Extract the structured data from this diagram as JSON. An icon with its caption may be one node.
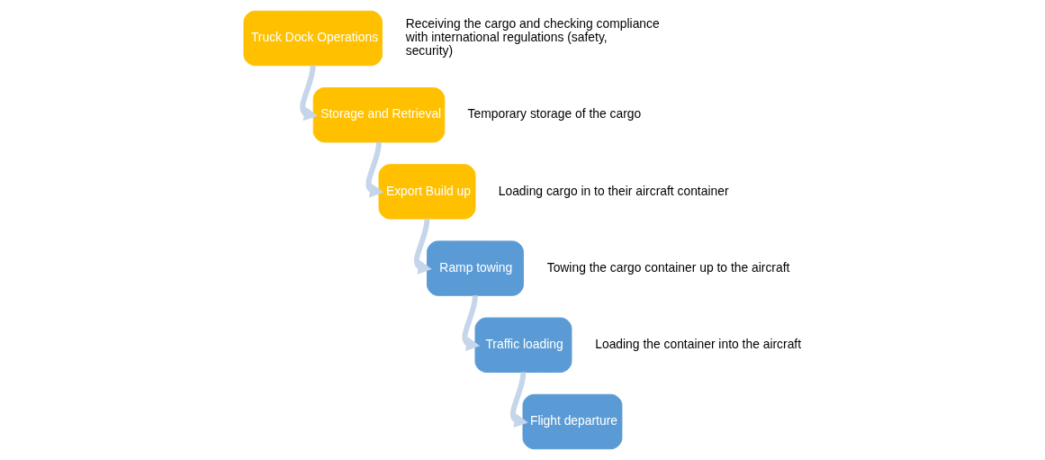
{
  "diagram": {
    "nodes": [
      {
        "text": [
          "Truck Dock Operations"
        ],
        "beside": [
          "Receiving the cargo and checking compliance with international regulations (safety, security)"
        ]
      },
      {
        "text": [
          "Storage and Retrieval"
        ],
        "beside": [
          "Temporary storage of the cargo"
        ]
      },
      {
        "text": [
          "Export Build up"
        ],
        "beside": [
          "Loading cargo in to their aircraft container"
        ]
      },
      {
        "text": [
          "Ramp towing"
        ],
        "beside": [
          "Towing the cargo container up to the aircraft"
        ]
      },
      {
        "text": [
          "Traffic loading"
        ],
        "beside": [
          "Loading the container into the aircraft"
        ]
      },
      {
        "text": [
          "Flight departure"
        ]
      }
    ],
    "edges": [
      {
        "from": 0,
        "to": 1,
        "arrow": "to"
      },
      {
        "from": 1,
        "to": 2,
        "arrow": "to"
      },
      {
        "from": 2,
        "to": 3,
        "arrow": "to"
      },
      {
        "from": 3,
        "to": 4,
        "arrow": "to"
      },
      {
        "from": 4,
        "to": 5,
        "arrow": "to"
      }
    ]
  }
}
